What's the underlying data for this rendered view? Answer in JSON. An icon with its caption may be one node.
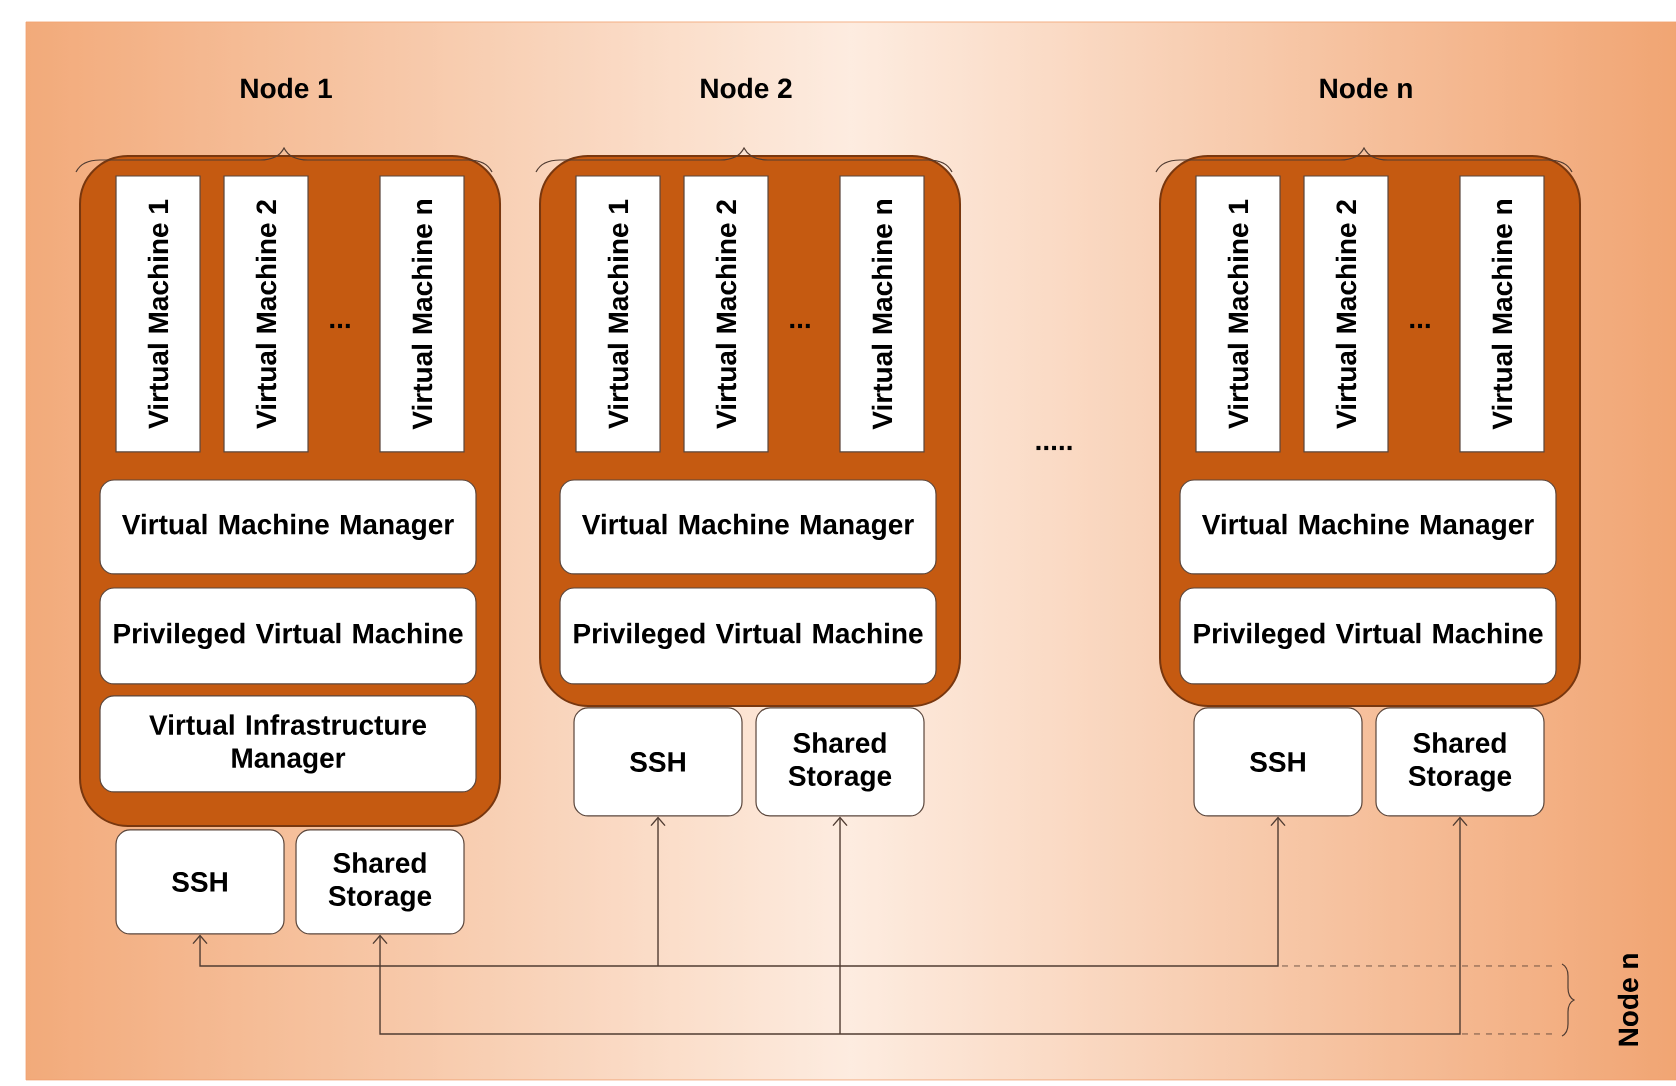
{
  "diagram": {
    "nodes": [
      {
        "text": [
          "Node 1"
        ]
      },
      {
        "text": [
          "Virtual Machine 1"
        ],
        "in": 0
      },
      {
        "text": [
          "Virtual Machine 2"
        ],
        "in": 0
      },
      {
        "text": [
          "Virtual Machine n"
        ],
        "in": 0
      },
      {
        "text": [
          "Virtual Machine Manager"
        ],
        "in": 0
      },
      {
        "text": [
          "Privileged Virtual Machine"
        ],
        "in": 0
      },
      {
        "text": [
          "Virtual Infrastructure Manager"
        ],
        "in": 0
      },
      {
        "text": [
          "SSH"
        ]
      },
      {
        "text": [
          "Shared Storage"
        ]
      },
      {
        "text": [
          "Node 2"
        ]
      },
      {
        "text": [
          "Virtual Machine 1"
        ],
        "in": 9
      },
      {
        "text": [
          "Virtual Machine 2"
        ],
        "in": 9
      },
      {
        "text": [
          "Virtual Machine n"
        ],
        "in": 9
      },
      {
        "text": [
          "Virtual Machine Manager"
        ],
        "in": 9
      },
      {
        "text": [
          "Privileged Virtual Machine"
        ],
        "in": 9
      },
      {
        "text": [
          "SSH"
        ]
      },
      {
        "text": [
          "Shared Storage"
        ]
      },
      {
        "text": [
          "Node n"
        ]
      },
      {
        "text": [
          "Virtual Machine 1"
        ],
        "in": 17
      },
      {
        "text": [
          "Virtual Machine 2"
        ],
        "in": 17
      },
      {
        "text": [
          "Virtual Machine n"
        ],
        "in": 17
      },
      {
        "text": [
          "Virtual Machine Manager"
        ],
        "in": 17
      },
      {
        "text": [
          "Privileged Virtual Machine"
        ],
        "in": 17
      },
      {
        "text": [
          "SSH"
        ]
      },
      {
        "text": [
          "Shared Storage"
        ]
      }
    ],
    "edges": [
      {
        "from": 7,
        "to": 23,
        "arrow": "both"
      },
      {
        "from": null,
        "to": 15,
        "arrow": "to"
      },
      {
        "from": 8,
        "to": 24,
        "arrow": "both"
      },
      {
        "from": null,
        "to": 16,
        "arrow": "to"
      }
    ],
    "labels": [
      "...",
      "...",
      ".....",
      "...",
      "Node n"
    ]
  }
}
